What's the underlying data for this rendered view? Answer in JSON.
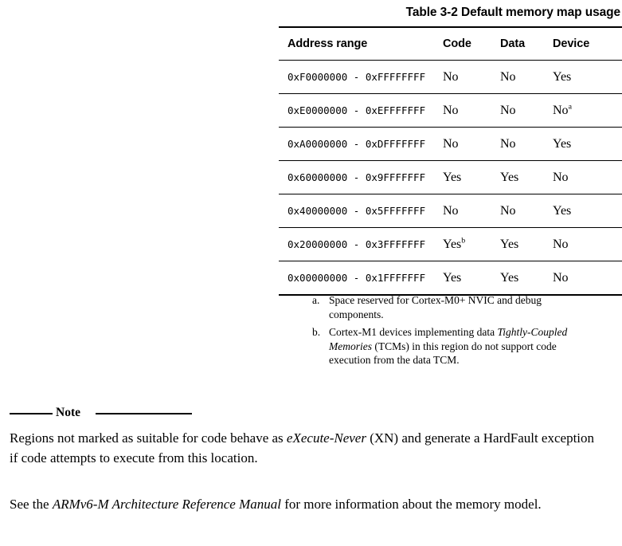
{
  "table": {
    "caption": "Table 3-2 Default memory map usage",
    "columns": [
      "Address range",
      "Code",
      "Data",
      "Device"
    ],
    "rows": [
      {
        "address": "0xF0000000 - 0xFFFFFFFF",
        "code": "No",
        "code_note": "",
        "data": "No",
        "device": "Yes",
        "device_note": ""
      },
      {
        "address": "0xE0000000 - 0xEFFFFFFF",
        "code": "No",
        "code_note": "",
        "data": "No",
        "device": "No",
        "device_note": "a"
      },
      {
        "address": "0xA0000000 - 0xDFFFFFFF",
        "code": "No",
        "code_note": "",
        "data": "No",
        "device": "Yes",
        "device_note": ""
      },
      {
        "address": "0x60000000 - 0x9FFFFFFF",
        "code": "Yes",
        "code_note": "",
        "data": "Yes",
        "device": "No",
        "device_note": ""
      },
      {
        "address": "0x40000000 - 0x5FFFFFFF",
        "code": "No",
        "code_note": "",
        "data": "No",
        "device": "Yes",
        "device_note": ""
      },
      {
        "address": "0x20000000 - 0x3FFFFFFF",
        "code": "Yes",
        "code_note": "b",
        "data": "Yes",
        "device": "No",
        "device_note": ""
      },
      {
        "address": "0x00000000 - 0x1FFFFFFF",
        "code": "Yes",
        "code_note": "",
        "data": "Yes",
        "device": "No",
        "device_note": ""
      }
    ]
  },
  "footnotes": [
    {
      "marker": "a.",
      "text_before": "Space reserved for Cortex-M0+ NVIC and debug components.",
      "italic": "",
      "text_after": ""
    },
    {
      "marker": "b.",
      "text_before": "Cortex-M1 devices implementing data ",
      "italic": "Tightly-Coupled Memories",
      "text_after": " (TCMs) in this region do not support code execution from the data TCM."
    }
  ],
  "note": {
    "label": "Note",
    "body_before": "Regions not marked as suitable for code behave as ",
    "body_italic": "eXecute-Never",
    "body_after": " (XN) and generate a HardFault exception if code attempts to execute from this location."
  },
  "closing": {
    "before": "See the ",
    "italic": "ARMv6-M Architecture Reference Manual",
    "after": " for more information about the memory model."
  }
}
